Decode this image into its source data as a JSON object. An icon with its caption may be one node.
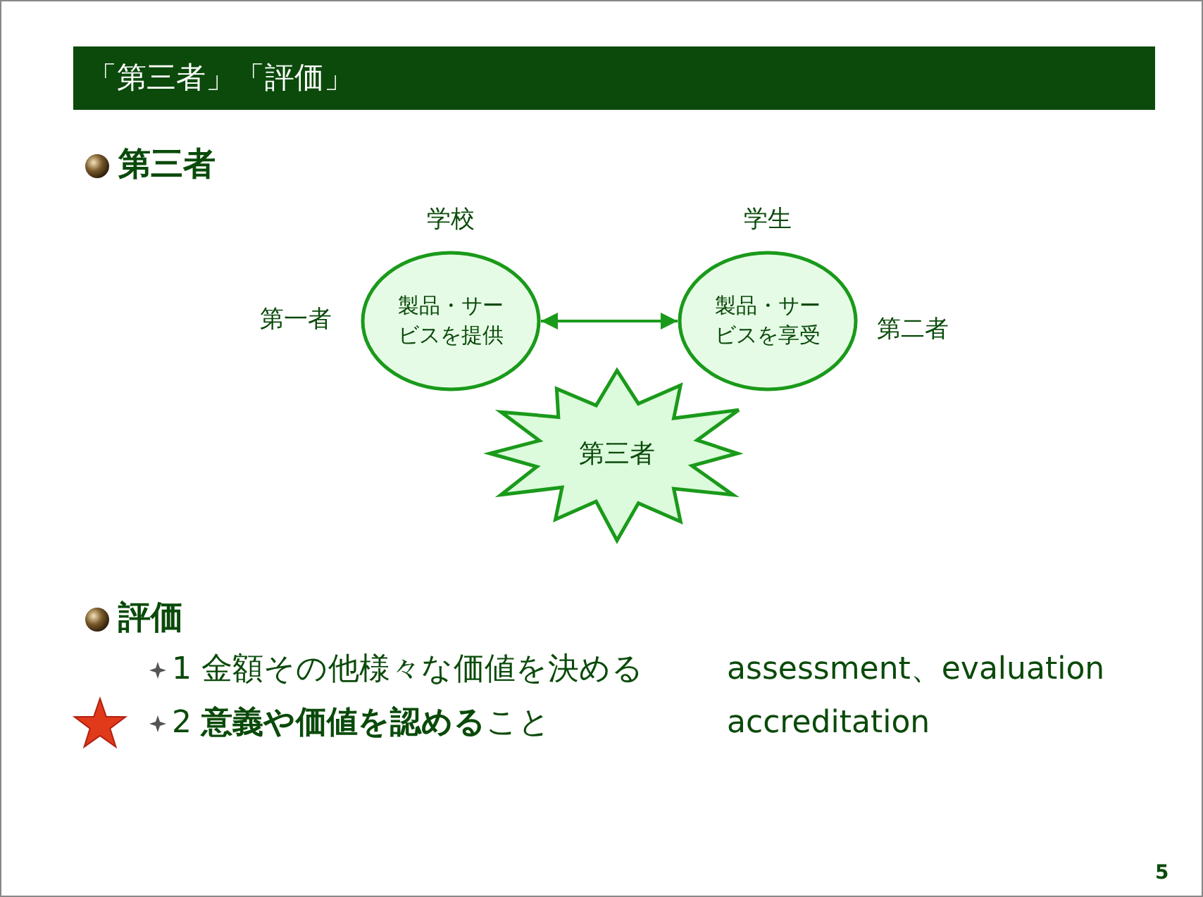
{
  "diagram": {
    "title": "「第三者」「評価」",
    "nodes": [
      {
        "text": [
          "製品・サービスを提供"
        ],
        "beside": [
          "学校",
          "第一者"
        ]
      },
      {
        "text": [
          "製品・サービスを享受"
        ],
        "beside": [
          "学生",
          "第二者"
        ]
      },
      {
        "text": [
          "第三者"
        ]
      }
    ],
    "edges": [
      {
        "from": 0,
        "to": 1,
        "arrow": "both"
      }
    ],
    "labels": [
      "第三者",
      "評価",
      "1 金額その他様々な価値を決める",
      "assessment、evaluation",
      "2 **意義や価値を認める**こと",
      "accreditation",
      "5"
    ]
  }
}
